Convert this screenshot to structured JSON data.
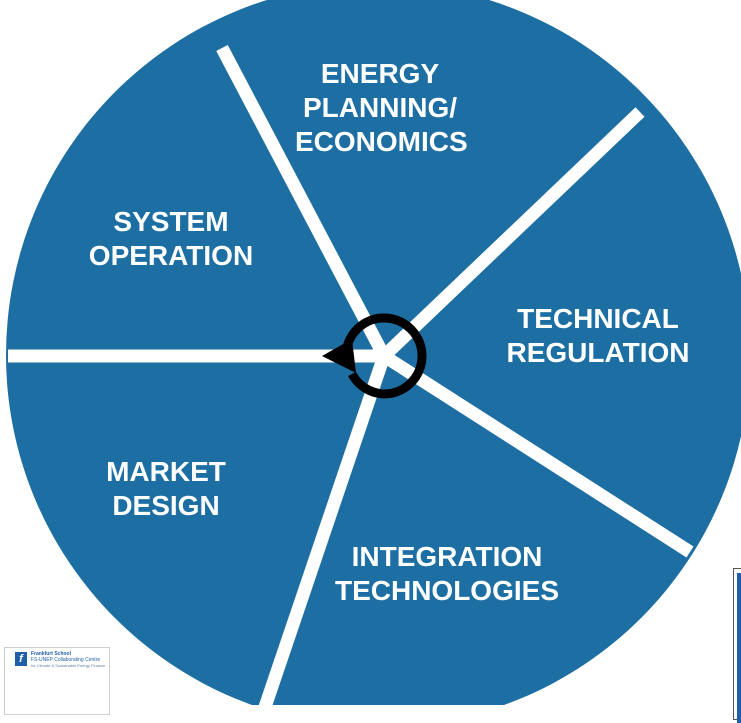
{
  "diagram": {
    "colors": {
      "segment_fill": "#1d6fa3",
      "divider": "#ffffff",
      "label_text": "#ffffff",
      "cycle_arrow": "#000000",
      "background": "#ffffff"
    },
    "segments": [
      {
        "id": "energy-planning",
        "label": "ENERGY\nPLANNING/\nECONOMICS"
      },
      {
        "id": "technical-regulation",
        "label": "TECHNICAL\nREGULATION"
      },
      {
        "id": "integration-technologies",
        "label": "INTEGRATION\nTECHNOLOGIES"
      },
      {
        "id": "market-design",
        "label": "MARKET\nDESIGN"
      },
      {
        "id": "system-operation",
        "label": "SYSTEM\nOPERATION"
      }
    ],
    "center_icon": "cycle-arrow-icon"
  },
  "logo": {
    "line1": "Frankfurt School",
    "line2": "FS-UNEP Collaborating Centre",
    "line3": "for Climate & Sustainable Energy Finance"
  }
}
